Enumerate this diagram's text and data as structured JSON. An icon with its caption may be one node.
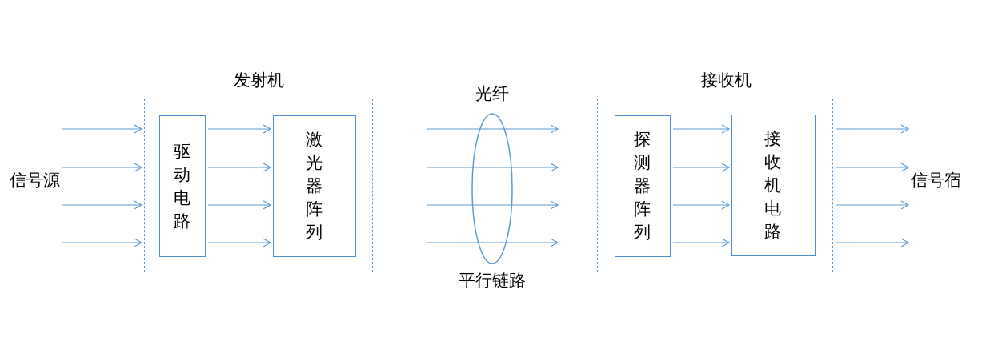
{
  "diagram": {
    "nodes": [
      {
        "text": [
          "信号源"
        ]
      },
      {
        "text": [
          "发射机"
        ]
      },
      {
        "text": [
          "驱动电路"
        ],
        "in": 1
      },
      {
        "text": [
          "激光器阵列"
        ],
        "in": 1
      },
      {
        "text": [
          "光纤"
        ],
        "beside": [
          "平行链路"
        ]
      },
      {
        "text": [
          "接收机"
        ]
      },
      {
        "text": [
          "探测器阵列"
        ],
        "in": 5
      },
      {
        "text": [
          "接收机电路"
        ],
        "in": 5
      },
      {
        "text": [
          "信号宿"
        ]
      }
    ],
    "edges": [
      {
        "from": 0,
        "to": 1,
        "arrow": "to"
      },
      {
        "from": 0,
        "to": 1,
        "arrow": "to"
      },
      {
        "from": 0,
        "to": 1,
        "arrow": "to"
      },
      {
        "from": 0,
        "to": 1,
        "arrow": "to"
      },
      {
        "from": 2,
        "to": 3,
        "arrow": "to"
      },
      {
        "from": 2,
        "to": 3,
        "arrow": "to"
      },
      {
        "from": 2,
        "to": 3,
        "arrow": "to"
      },
      {
        "from": 2,
        "to": 3,
        "arrow": "to"
      },
      {
        "from": 6,
        "to": 7,
        "arrow": "to"
      },
      {
        "from": 6,
        "to": 7,
        "arrow": "to"
      },
      {
        "from": 6,
        "to": 7,
        "arrow": "to"
      },
      {
        "from": 6,
        "to": 7,
        "arrow": "to"
      },
      {
        "from": 5,
        "to": 8,
        "arrow": "to"
      },
      {
        "from": 5,
        "to": 8,
        "arrow": "to"
      },
      {
        "from": 5,
        "to": 8,
        "arrow": "to"
      },
      {
        "from": 5,
        "to": 8,
        "arrow": "to"
      }
    ]
  }
}
